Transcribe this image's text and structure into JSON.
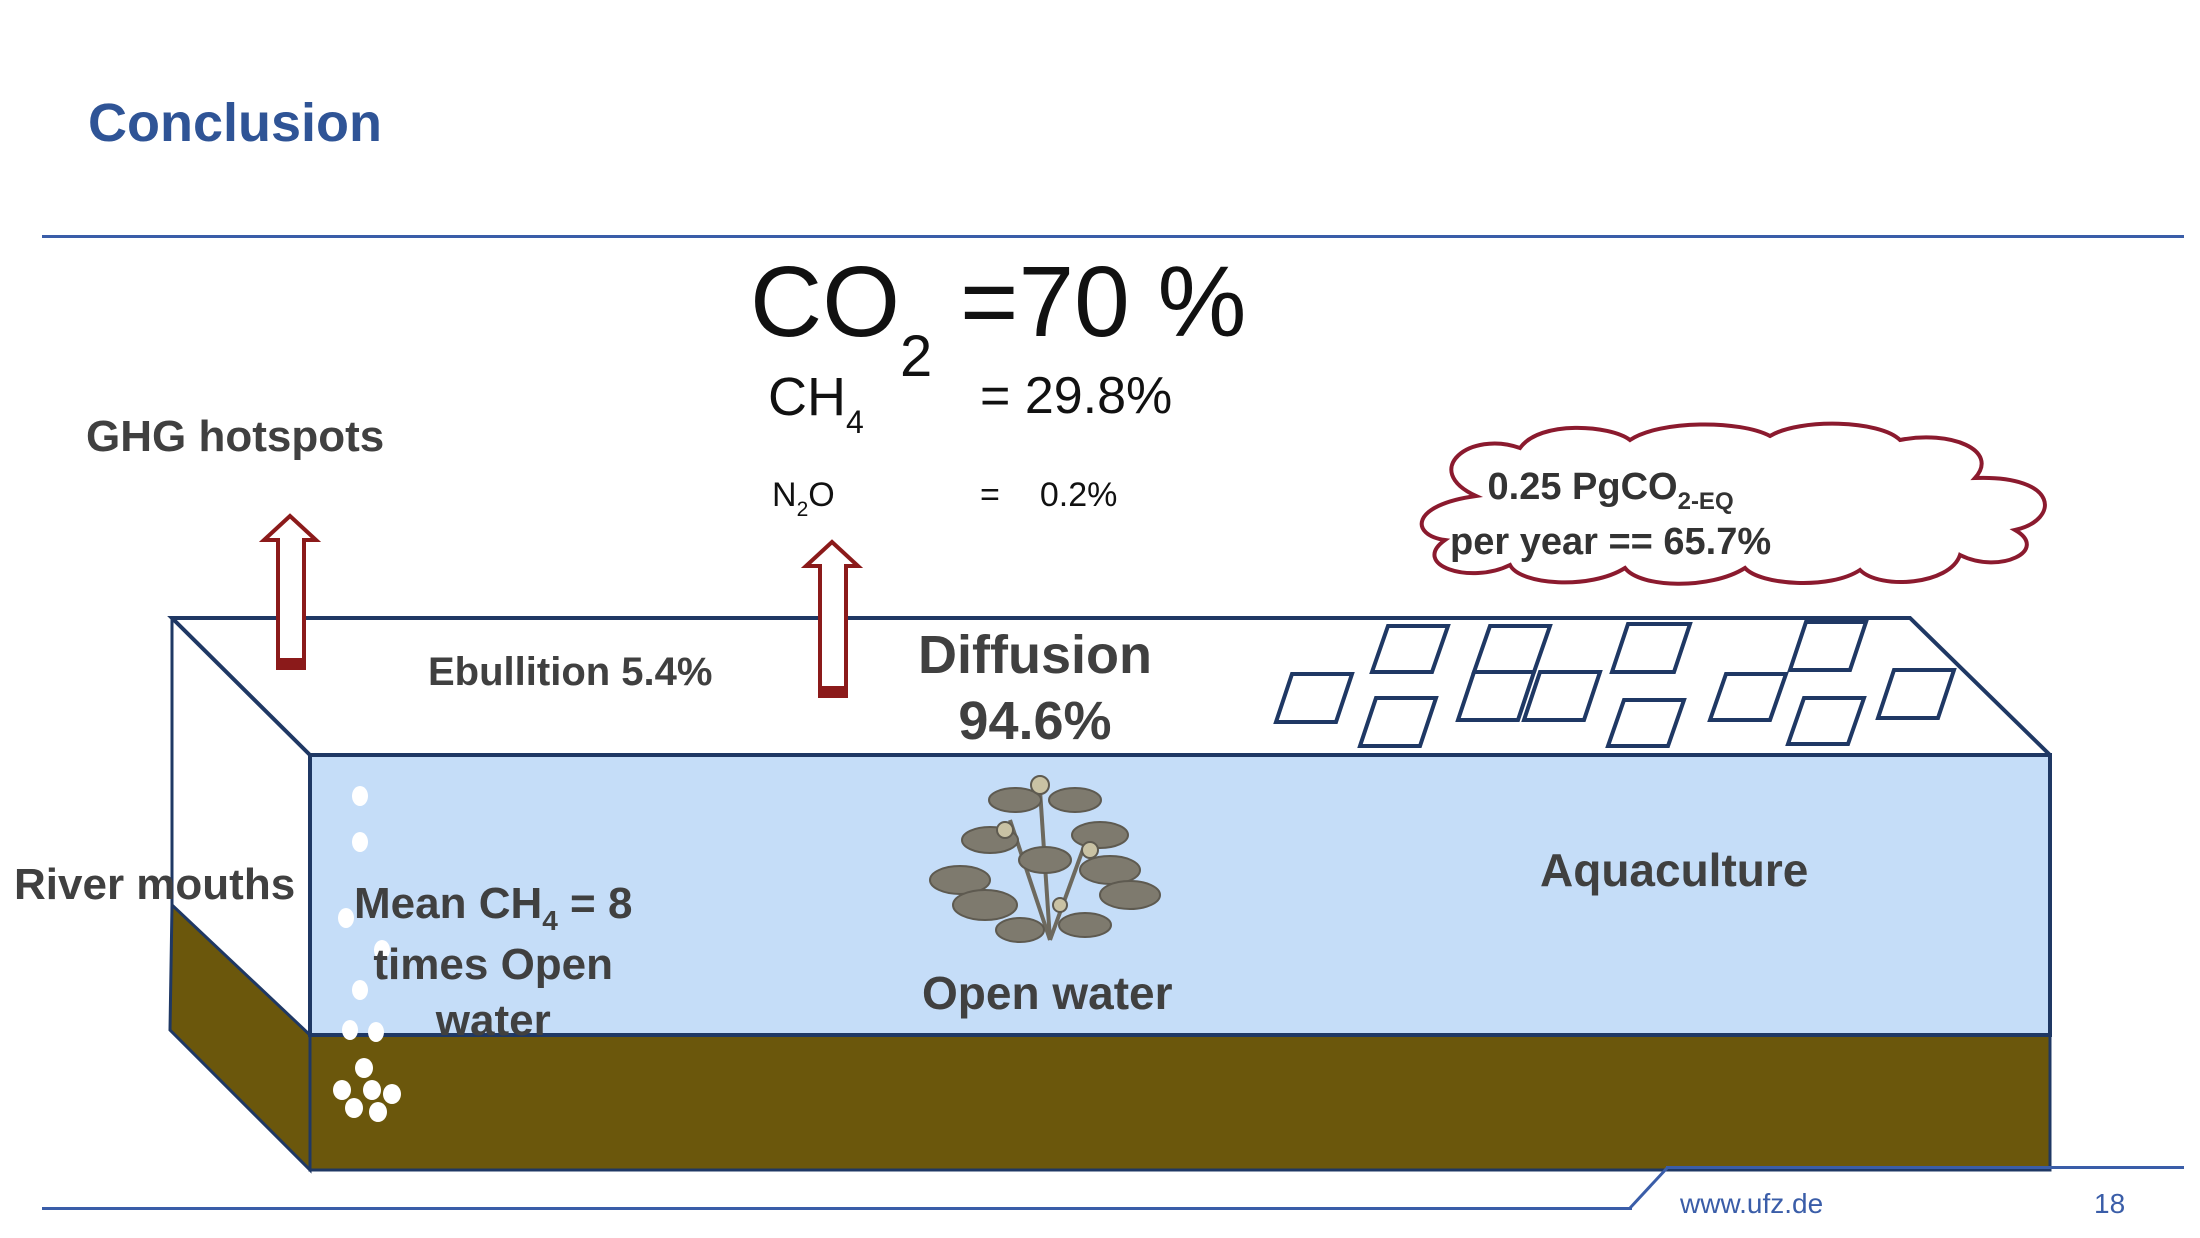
{
  "slide": {
    "title": "Conclusion",
    "footer_url": "www.ufz.de",
    "page_number": "18"
  },
  "gases": {
    "co2_main": "CO",
    "co2_sub": "2",
    "co2_value": " =70 %",
    "ch4_main": "CH",
    "ch4_sub": "4",
    "ch4_value": "= 29.8%",
    "n2o_n": "N",
    "n2o_sub": "2",
    "n2o_o": "O",
    "n2o_eq": "=",
    "n2o_value": "0.2%"
  },
  "labels": {
    "ghg_hotspots": "GHG hotspots",
    "ebullition": "Ebullition 5.4%",
    "diffusion_line1": "Diffusion",
    "diffusion_line2": "94.6%",
    "river_mouths": "River mouths",
    "mean_pre": "Mean CH",
    "mean_sub": "4",
    "mean_post": " = 8",
    "mean_line2": "times  Open",
    "mean_line3": "water",
    "aquaculture": "Aquaculture",
    "open_water": "Open water"
  },
  "cloud": {
    "line1_pre": "0.25 Pg",
    "line1_bold": "CO",
    "line1_sub": "2-EQ",
    "line2": "per year == 65.7%"
  },
  "colors": {
    "title": "#2f5496",
    "water": "#c5ddf8",
    "sediment": "#6b570c",
    "outline": "#1f3864",
    "arrow": "#8b1a1a",
    "cloud": "#8b1a2e"
  }
}
